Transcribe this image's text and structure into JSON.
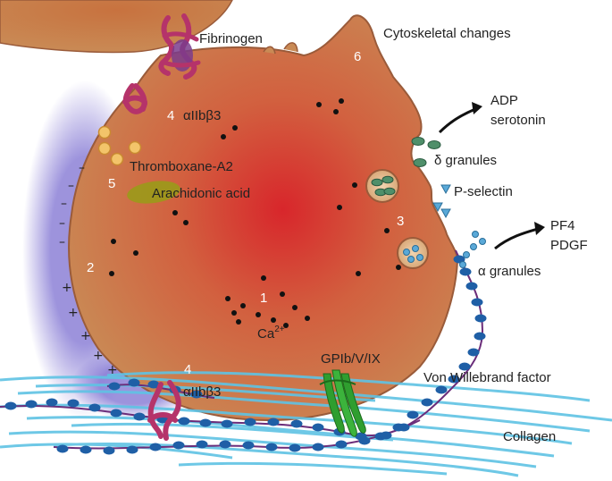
{
  "labels": {
    "fibrinogen": "Fibrinogen",
    "cytoskeletal": "Cytoskeletal changes",
    "integrin_top": "αIIbβ3",
    "integrin_bottom": "αIIbβ3",
    "thromboxane": "Thromboxane-A2",
    "arachidonic": "Arachidonic acid",
    "adp": "ADP",
    "serotonin": "serotonin",
    "delta_granules": "δ granules",
    "p_selectin": "P-selectin",
    "pf4": "PF4",
    "pdgf": "PDGF",
    "alpha_granules": "α granules",
    "ca": "Ca",
    "ca_charge": "2+",
    "gp": "GPIb/V/IX",
    "vwf": "Von Willebrand factor",
    "collagen": "Collagen"
  },
  "numbers": {
    "n1": "1",
    "n2": "2",
    "n3": "3",
    "n4_top": "4",
    "n4_bottom": "4",
    "n5": "5",
    "n6": "6"
  },
  "signs": {
    "minus": "–",
    "plus": "+"
  },
  "colors": {
    "cell_center": "#d8262b",
    "cell_edge": "#c98a55",
    "membrane": "#9a5b3a",
    "integrin": "#b5336a",
    "fibrinogen": "#7a3c8c",
    "collagen": "#5fc3e4",
    "vwf": "#1f5fa6",
    "gp": "#2f9e2f",
    "arachidonic": "#9a9a1a",
    "thromboxane": "#f3c46a",
    "delta_granule": "#4f8f6a",
    "p_selectin": "#5aa9d8",
    "halo": "#7c6fd1"
  }
}
